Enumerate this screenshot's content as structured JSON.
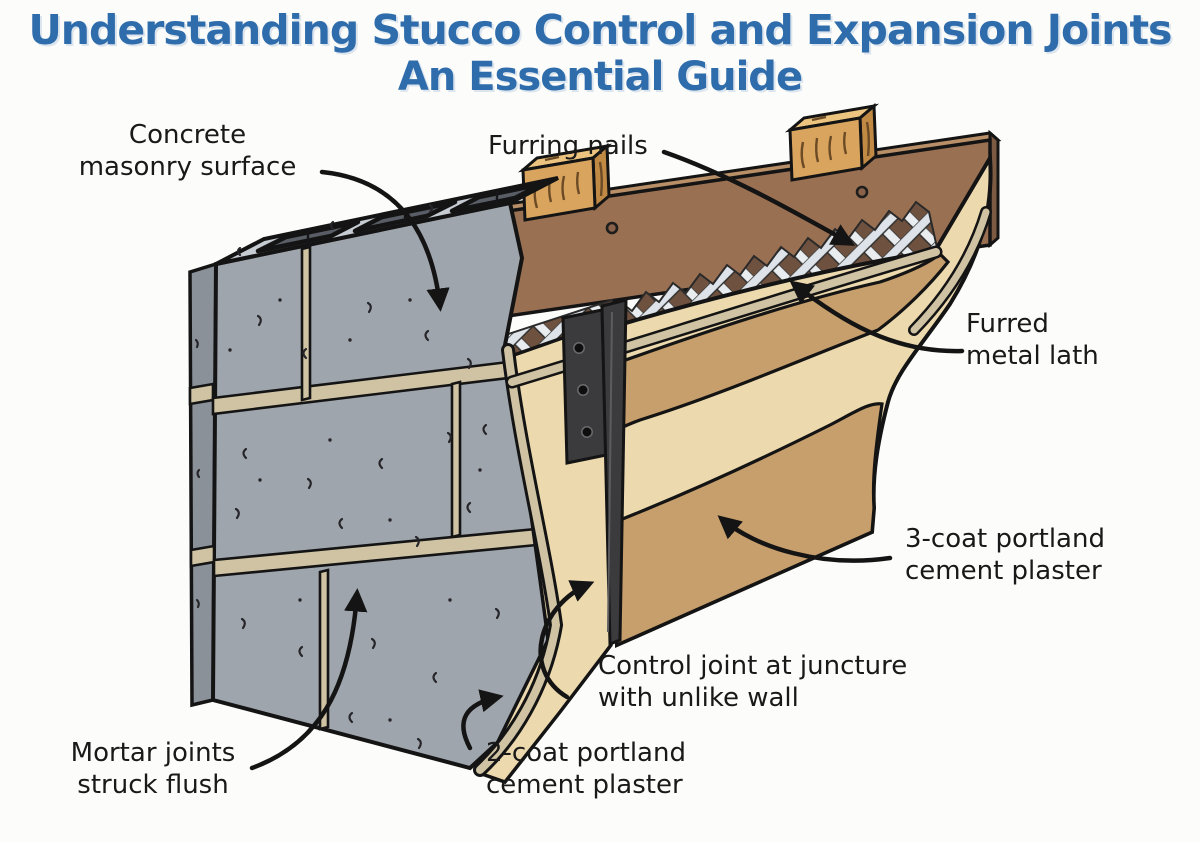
{
  "title": {
    "line1": "Understanding Stucco Control and Expansion Joints",
    "line2": "An Essential Guide",
    "color": "#2e6cab"
  },
  "labels": {
    "concrete_masonry_surface": {
      "line1": "Concrete",
      "line2": "masonry surface"
    },
    "furring_nails": {
      "text": "Furring nails"
    },
    "furred_metal_lath": {
      "line1": "Furred",
      "line2": "metal lath"
    },
    "three_coat_plaster": {
      "line1": "3-coat portland",
      "line2": "cement plaster"
    },
    "control_joint": {
      "line1": "Control joint at juncture",
      "line2": "with unlike wall"
    },
    "two_coat_plaster": {
      "line1": "2-coat portland",
      "line2": "cement plaster"
    },
    "mortar_joints": {
      "line1": "Mortar joints",
      "line2": "struck flush"
    }
  },
  "colors": {
    "background": "#fcfcfa",
    "title_blue": "#2e6cab",
    "label_text": "#191919",
    "outline": "#141414",
    "block_face_gray": "#9fa5ac",
    "block_side_gray": "#8b9199",
    "block_top_gray": "#c7ccd2",
    "block_cell_dark": "#595e66",
    "mortar_tan": "#cfc3a3",
    "sheathing_brown": "#9a7053",
    "wood_furring": "#d9a55e",
    "metal_lath_white": "#e9edf0",
    "plaster_light_tan": "#ecd9ae",
    "plaster_dark_tan": "#c79f6d",
    "control_joint_dark": "#3b3b3e"
  }
}
